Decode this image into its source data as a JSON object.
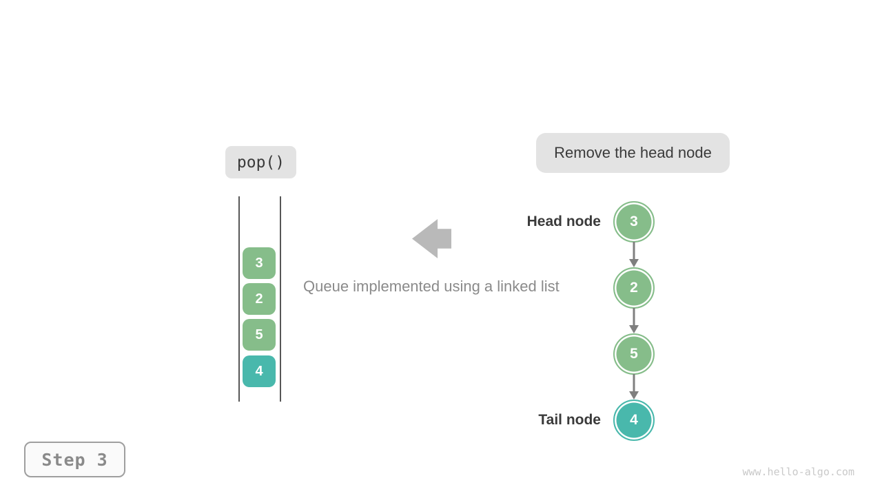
{
  "labels": {
    "operation": "pop()",
    "action": "Remove the head node",
    "caption": "Queue implemented using a linked list",
    "head_node": "Head node",
    "tail_node": "Tail node",
    "step": "Step 3",
    "watermark": "www.hello-algo.com"
  },
  "queue": {
    "items": [
      {
        "value": "3",
        "color": "#86bd8a"
      },
      {
        "value": "2",
        "color": "#86bd8a"
      },
      {
        "value": "5",
        "color": "#86bd8a"
      },
      {
        "value": "4",
        "color": "#49b8ac"
      }
    ]
  },
  "linked_list": {
    "nodes": [
      {
        "value": "3",
        "color": "#86bd8a",
        "role": "head"
      },
      {
        "value": "2",
        "color": "#86bd8a",
        "role": ""
      },
      {
        "value": "5",
        "color": "#86bd8a",
        "role": ""
      },
      {
        "value": "4",
        "color": "#49b8ac",
        "role": "tail"
      }
    ]
  },
  "colors": {
    "green": "#86bd8a",
    "teal": "#49b8ac",
    "pill_background": "#e3e3e3",
    "block_arrow": "#b9b9b9",
    "connector_arrow": "#7f7f7f",
    "caption_text": "#8a8a8a",
    "label_text": "#3a3a3a",
    "step_border": "#9e9e9e",
    "watermark_text": "#c9c9c9"
  }
}
